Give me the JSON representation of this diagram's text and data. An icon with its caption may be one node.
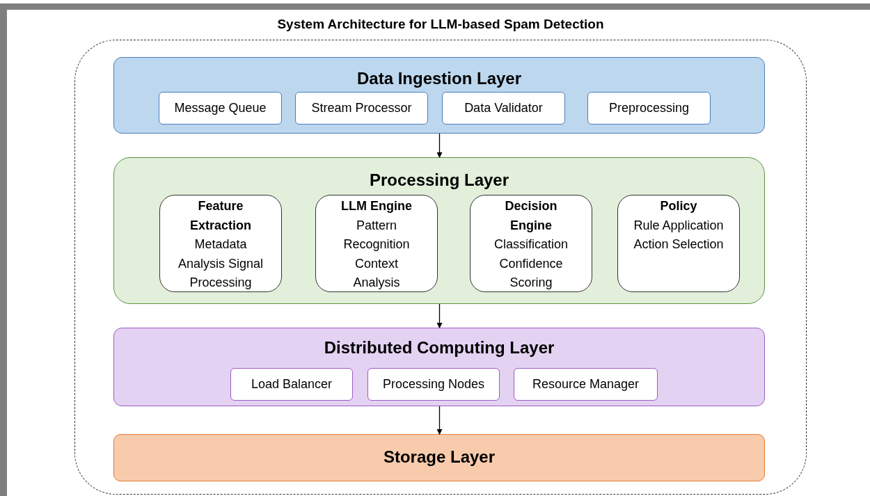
{
  "diagram": {
    "nodes": [
      {
        "text": [
          "System Architecture for LLM-based Spam Detection"
        ]
      },
      {
        "text": [
          "Data Ingestion Layer"
        ],
        "in": 0
      },
      {
        "text": [
          "Message Queue"
        ],
        "in": 1
      },
      {
        "text": [
          "Stream Processor"
        ],
        "in": 1
      },
      {
        "text": [
          "Data Validator"
        ],
        "in": 1
      },
      {
        "text": [
          "Preprocessing"
        ],
        "in": 1
      },
      {
        "text": [
          "Processing Layer"
        ],
        "in": 0
      },
      {
        "text": [
          "Feature Extraction",
          "Metadata Analysis Signal Processing"
        ],
        "in": 6
      },
      {
        "text": [
          "LLM Engine",
          "Pattern Recognition Context Analysis"
        ],
        "in": 6
      },
      {
        "text": [
          "Decision Engine",
          "Classification Confidence Scoring"
        ],
        "in": 6
      },
      {
        "text": [
          "Policy",
          "Rule Application Action Selection"
        ],
        "in": 6
      },
      {
        "text": [
          "Distributed Computing Layer"
        ],
        "in": 0
      },
      {
        "text": [
          "Load Balancer"
        ],
        "in": 11
      },
      {
        "text": [
          "Processing Nodes"
        ],
        "in": 11
      },
      {
        "text": [
          "Resource Manager"
        ],
        "in": 11
      },
      {
        "text": [
          "Storage Layer"
        ],
        "in": 0
      }
    ],
    "edges": [
      {
        "from": 1,
        "to": 6,
        "arrow": "to"
      },
      {
        "from": 6,
        "to": 11,
        "arrow": "to"
      },
      {
        "from": 11,
        "to": 15,
        "arrow": "to"
      }
    ]
  }
}
